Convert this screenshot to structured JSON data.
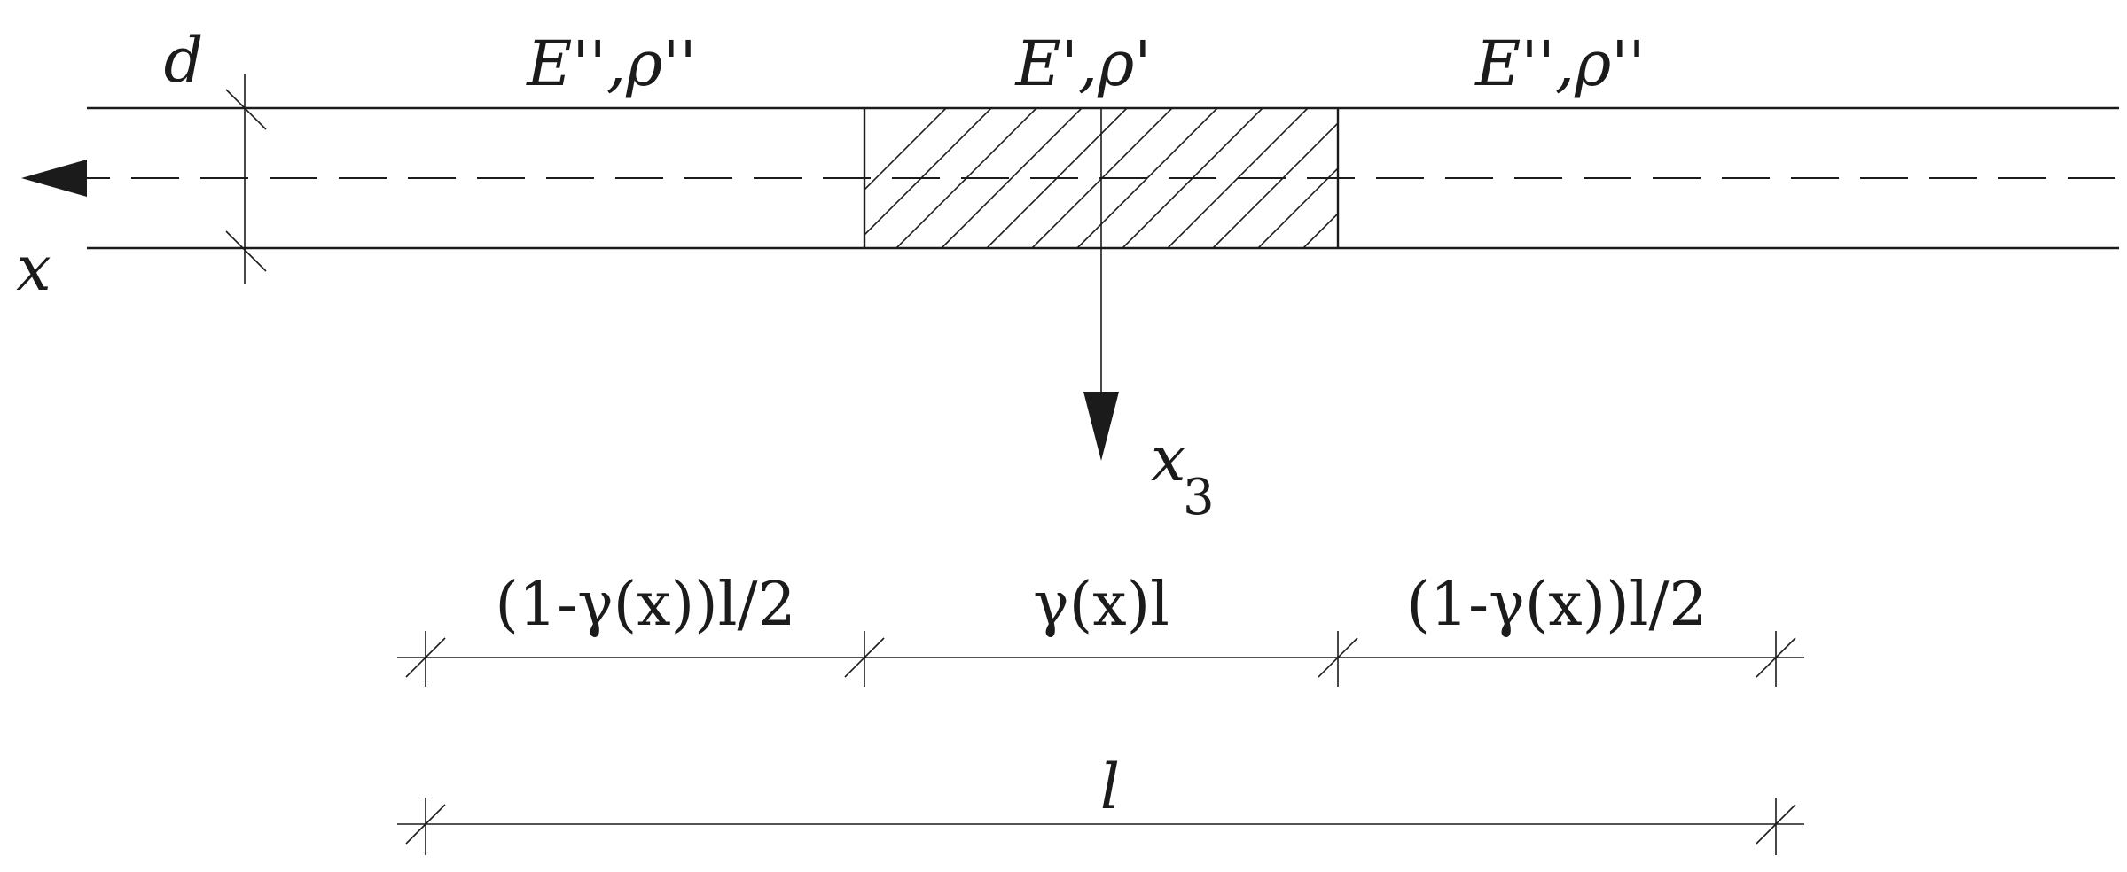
{
  "labels": {
    "thickness": "d",
    "left_material": "E'',ρ''",
    "middle_material": "E',ρ'",
    "right_material": "E'',ρ''",
    "axis_x": "x",
    "axis_x3_main": "x",
    "axis_x3_sub": "3",
    "dim_left": "(1-γ(x))l/2",
    "dim_middle": "γ(x)l",
    "dim_right": "(1-γ(x))l/2",
    "dim_total": "l"
  },
  "colors": {
    "ink": "#1b1b1b",
    "background": "#ffffff"
  }
}
